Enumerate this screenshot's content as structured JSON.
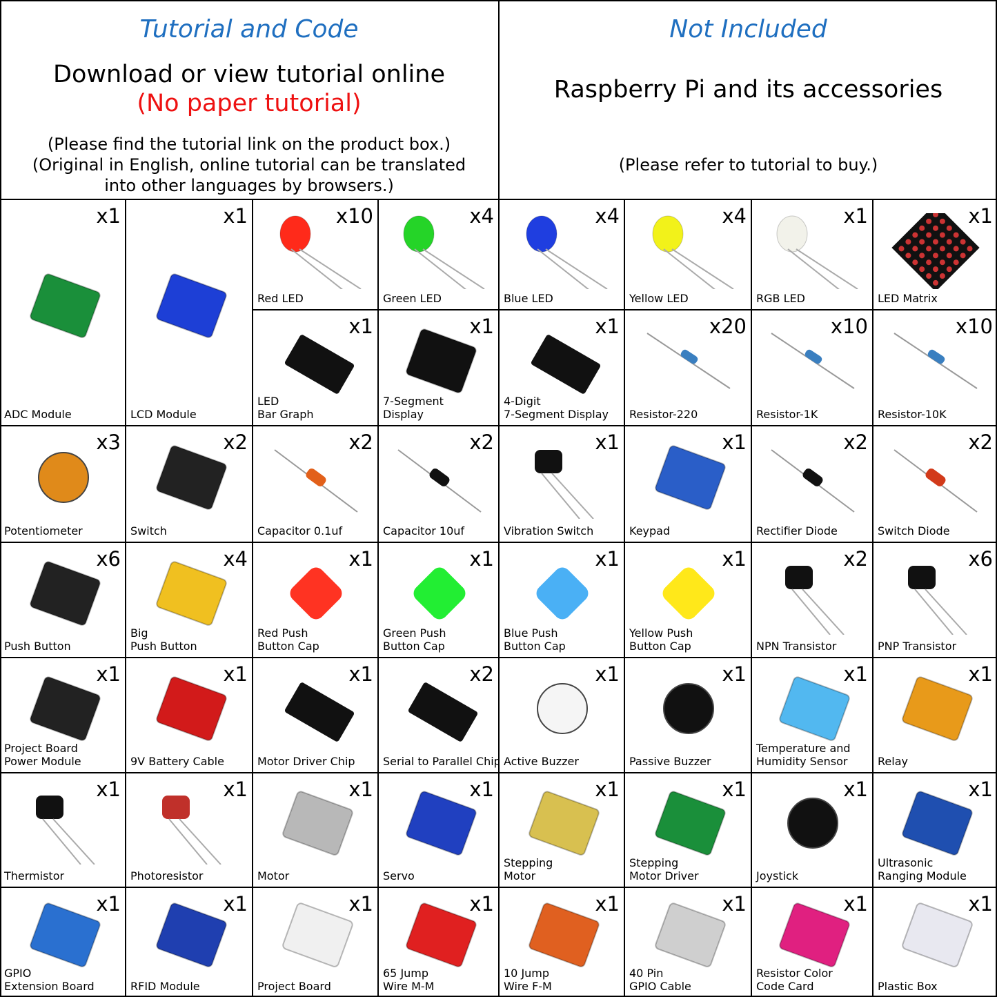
{
  "header_left": {
    "title": "Tutorial and Code",
    "line1": "Download or view tutorial online",
    "line2": "(No paper tutorial)",
    "note1": "(Please find the tutorial link on the product box.)",
    "note2": "(Original in English, online tutorial can be translated",
    "note3": "into other languages by browsers.)"
  },
  "header_right": {
    "title": "Not Included",
    "line1": "Raspberry Pi and its accessories",
    "note1": "(Please refer to tutorial to buy.)"
  },
  "items": [
    {
      "qty": "x1",
      "label": "ADC Module",
      "icon": "adc-module-icon",
      "color": "#1a8f3a"
    },
    {
      "qty": "x1",
      "label": "LCD Module",
      "icon": "lcd-module-icon",
      "color": "#1d3fd6"
    },
    {
      "qty": "x10",
      "label": "Red LED",
      "icon": "red-led-icon",
      "color": "#ff2a1a"
    },
    {
      "qty": "x4",
      "label": "Green LED",
      "icon": "green-led-icon",
      "color": "#25d428"
    },
    {
      "qty": "x4",
      "label": "Blue LED",
      "icon": "blue-led-icon",
      "color": "#1f3ee0"
    },
    {
      "qty": "x4",
      "label": "Yellow LED",
      "icon": "yellow-led-icon",
      "color": "#f2f21a"
    },
    {
      "qty": "x1",
      "label": "RGB LED",
      "icon": "rgb-led-icon",
      "color": "#f2f2ea"
    },
    {
      "qty": "x1",
      "label": "LED Matrix",
      "icon": "led-matrix-icon",
      "color": "#111111"
    },
    {
      "qty": "x1",
      "label": "LED\nBar Graph",
      "icon": "led-bar-graph-icon",
      "color": "#111111"
    },
    {
      "qty": "x1",
      "label": "7-Segment\nDisplay",
      "icon": "seven-segment-display-icon",
      "color": "#111111"
    },
    {
      "qty": "x1",
      "label": "4-Digit\n7-Segment Display",
      "icon": "four-digit-display-icon",
      "color": "#111111"
    },
    {
      "qty": "x20",
      "label": "Resistor-220",
      "icon": "resistor-220-icon",
      "color": "#3a7fc0"
    },
    {
      "qty": "x10",
      "label": "Resistor-1K",
      "icon": "resistor-1k-icon",
      "color": "#3a7fc0"
    },
    {
      "qty": "x10",
      "label": "Resistor-10K",
      "icon": "resistor-10k-icon",
      "color": "#3a7fc0"
    },
    {
      "qty": "x3",
      "label": "Potentiometer",
      "icon": "potentiometer-icon",
      "color": "#e08a1a"
    },
    {
      "qty": "x2",
      "label": "Switch",
      "icon": "slide-switch-icon",
      "color": "#222222"
    },
    {
      "qty": "x2",
      "label": "Capacitor 0.1uf",
      "icon": "ceramic-capacitor-icon",
      "color": "#e2601a"
    },
    {
      "qty": "x2",
      "label": "Capacitor 10uf",
      "icon": "electrolytic-capacitor-icon",
      "color": "#111111"
    },
    {
      "qty": "x1",
      "label": "Vibration Switch",
      "icon": "vibration-switch-icon",
      "color": "#111111"
    },
    {
      "qty": "x1",
      "label": "Keypad",
      "icon": "keypad-icon",
      "color": "#2a5ec8"
    },
    {
      "qty": "x2",
      "label": "Rectifier Diode",
      "icon": "rectifier-diode-icon",
      "color": "#111111"
    },
    {
      "qty": "x2",
      "label": "Switch Diode",
      "icon": "switch-diode-icon",
      "color": "#d23a1a"
    },
    {
      "qty": "x6",
      "label": "Push Button",
      "icon": "push-button-icon",
      "color": "#222222"
    },
    {
      "qty": "x4",
      "label": "Big\nPush Button",
      "icon": "big-push-button-icon",
      "color": "#f0c020"
    },
    {
      "qty": "x1",
      "label": "Red Push\nButton Cap",
      "icon": "red-button-cap-icon",
      "color": "#ff3322"
    },
    {
      "qty": "x1",
      "label": "Green Push\nButton Cap",
      "icon": "green-button-cap-icon",
      "color": "#22ee33"
    },
    {
      "qty": "x1",
      "label": "Blue Push\nButton Cap",
      "icon": "blue-button-cap-icon",
      "color": "#4ab0f5"
    },
    {
      "qty": "x1",
      "label": "Yellow Push\nButton Cap",
      "icon": "yellow-button-cap-icon",
      "color": "#ffe81a"
    },
    {
      "qty": "x2",
      "label": "NPN Transistor",
      "icon": "npn-transistor-icon",
      "color": "#111111"
    },
    {
      "qty": "x6",
      "label": "PNP Transistor",
      "icon": "pnp-transistor-icon",
      "color": "#111111"
    },
    {
      "qty": "x1",
      "label": "Project Board\nPower Module",
      "icon": "power-module-icon",
      "color": "#222222"
    },
    {
      "qty": "x1",
      "label": "9V Battery Cable",
      "icon": "battery-cable-icon",
      "color": "#d21a1a"
    },
    {
      "qty": "x1",
      "label": "Motor Driver Chip",
      "icon": "motor-driver-chip-icon",
      "color": "#111111"
    },
    {
      "qty": "x2",
      "label": "Serial to Parallel Chip",
      "icon": "shift-register-chip-icon",
      "color": "#111111"
    },
    {
      "qty": "x1",
      "label": "Active Buzzer",
      "icon": "active-buzzer-icon",
      "color": "#f5f5f5"
    },
    {
      "qty": "x1",
      "label": "Passive Buzzer",
      "icon": "passive-buzzer-icon",
      "color": "#111111"
    },
    {
      "qty": "x1",
      "label": "Temperature and\nHumidity Sensor",
      "icon": "dht-sensor-icon",
      "color": "#52b8f0"
    },
    {
      "qty": "x1",
      "label": "Relay",
      "icon": "relay-icon",
      "color": "#e89a1a"
    },
    {
      "qty": "x1",
      "label": "Thermistor",
      "icon": "thermistor-icon",
      "color": "#111111"
    },
    {
      "qty": "x1",
      "label": "Photoresistor",
      "icon": "photoresistor-icon",
      "color": "#c0302a"
    },
    {
      "qty": "x1",
      "label": "Motor",
      "icon": "dc-motor-icon",
      "color": "#b8b8b8"
    },
    {
      "qty": "x1",
      "label": "Servo",
      "icon": "servo-icon",
      "color": "#2040c0"
    },
    {
      "qty": "x1",
      "label": "Stepping\nMotor",
      "icon": "stepper-motor-icon",
      "color": "#d8c050"
    },
    {
      "qty": "x1",
      "label": "Stepping\nMotor Driver",
      "icon": "stepper-driver-icon",
      "color": "#1a8f3a"
    },
    {
      "qty": "x1",
      "label": "Joystick",
      "icon": "joystick-icon",
      "color": "#111111"
    },
    {
      "qty": "x1",
      "label": "Ultrasonic\nRanging Module",
      "icon": "ultrasonic-sensor-icon",
      "color": "#1f4fb0"
    },
    {
      "qty": "x1",
      "label": "GPIO\nExtension Board",
      "icon": "gpio-extension-board-icon",
      "color": "#2a70d0"
    },
    {
      "qty": "x1",
      "label": "RFID Module",
      "icon": "rfid-module-icon",
      "color": "#1f3fb0"
    },
    {
      "qty": "x1",
      "label": "Project Board",
      "icon": "breadboard-icon",
      "color": "#f0f0f0"
    },
    {
      "qty": "x1",
      "label": "65 Jump\nWire M-M",
      "icon": "jump-wire-mm-icon",
      "color": "#e02020"
    },
    {
      "qty": "x1",
      "label": "10 Jump\nWire F-M",
      "icon": "jump-wire-fm-icon",
      "color": "#e06020"
    },
    {
      "qty": "x1",
      "label": "40 Pin\nGPIO Cable",
      "icon": "gpio-ribbon-cable-icon",
      "color": "#cfcfcf"
    },
    {
      "qty": "x1",
      "label": "Resistor Color\nCode Card",
      "icon": "resistor-color-card-icon",
      "color": "#e02080"
    },
    {
      "qty": "x1",
      "label": "Plastic Box",
      "icon": "plastic-box-icon",
      "color": "#e8e8f0"
    }
  ]
}
